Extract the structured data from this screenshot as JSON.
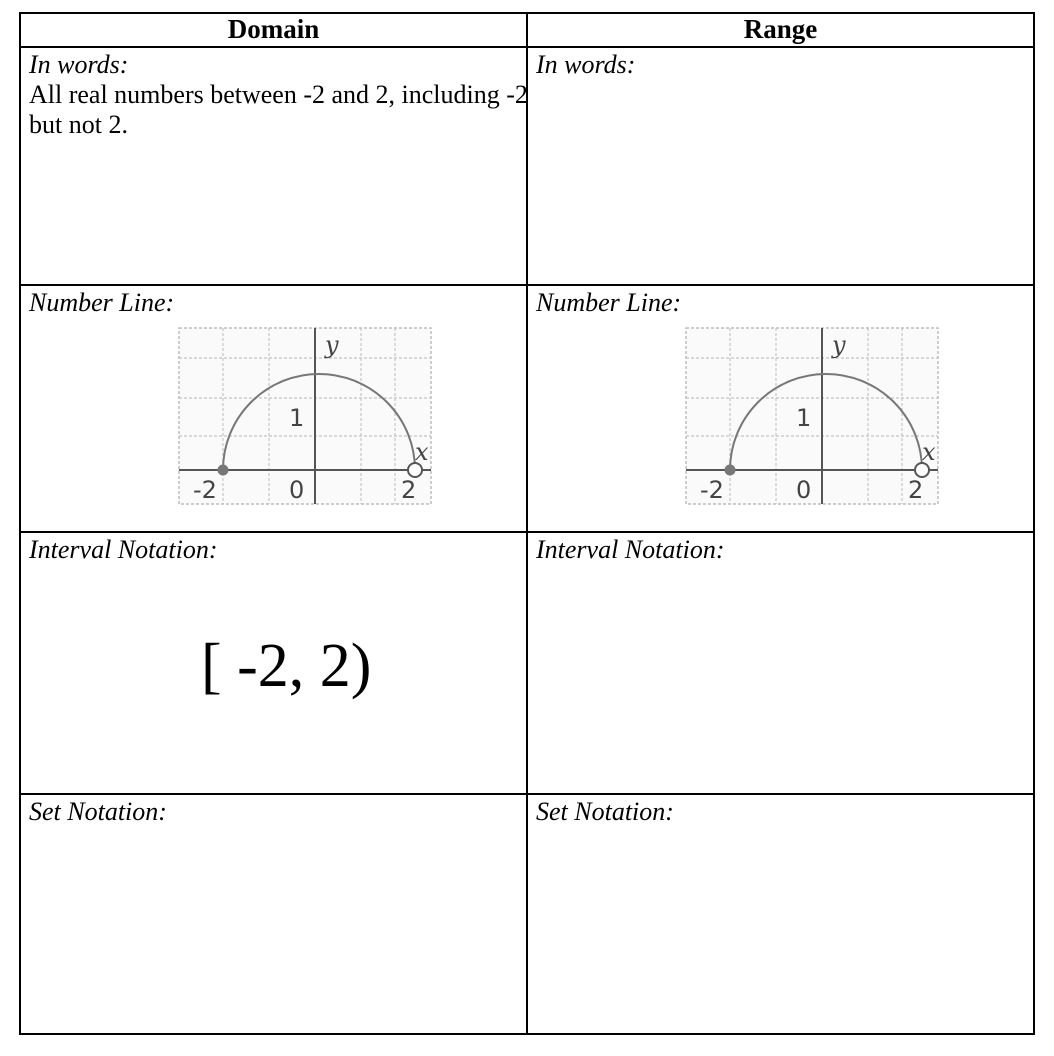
{
  "table": {
    "headers": [
      "Domain",
      "Range"
    ],
    "rows": {
      "words": {
        "label": "In words:",
        "domain_value": "All real numbers between -2 and 2, including -2 but not 2.",
        "range_value": ""
      },
      "number_line": {
        "label": "Number Line:"
      },
      "interval": {
        "label": "Interval Notation:",
        "domain_value": "[ -2, 2)",
        "range_value": ""
      },
      "set": {
        "label": "Set Notation:",
        "domain_value": "",
        "range_value": ""
      }
    }
  },
  "graph": {
    "y_label": "y",
    "x_label": "x",
    "tick_one": "1",
    "origin": "0",
    "left_tick": "-2",
    "right_tick": "2"
  }
}
